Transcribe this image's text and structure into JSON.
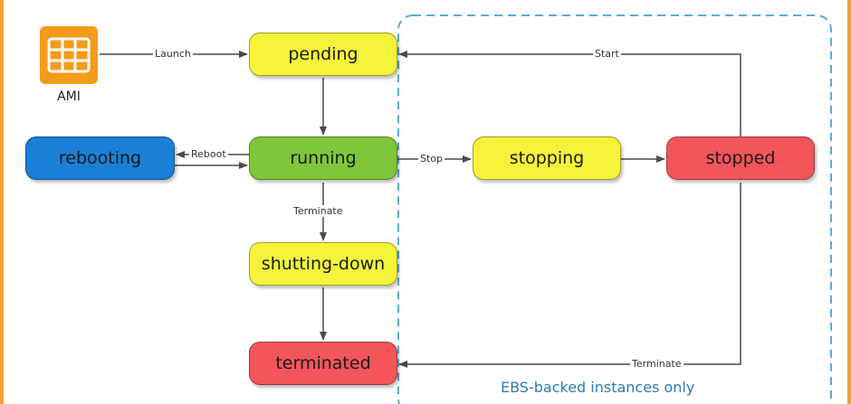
{
  "colors": {
    "frame": "#f6a12a",
    "ami": "#f59b1c",
    "region_border": "#5aaed6",
    "region_label": "#2a7fb3",
    "yellow": "#f4f43a",
    "green": "#7fc63a",
    "blue": "#1a7fd6",
    "red": "#f4555a",
    "arrow": "#4a4a4a"
  },
  "ami": {
    "label": "AMI",
    "icon": "server-grid-icon"
  },
  "states": {
    "pending": "pending",
    "running": "running",
    "rebooting": "rebooting",
    "stopping": "stopping",
    "stopped": "stopped",
    "shutting_down": "shutting-down",
    "terminated": "terminated"
  },
  "transitions": {
    "launch": "Launch",
    "reboot": "Reboot",
    "stop": "Stop",
    "start": "Start",
    "terminate_running": "Terminate",
    "terminate_stopped": "Terminate"
  },
  "region": {
    "label": "EBS-backed instances only"
  }
}
